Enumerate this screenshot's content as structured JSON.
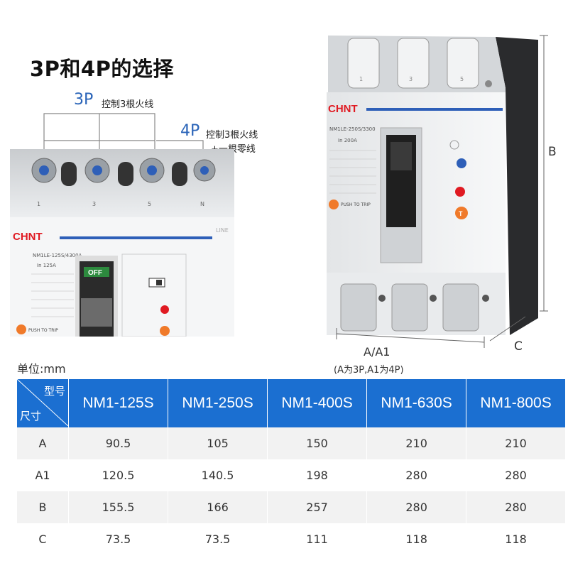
{
  "heading": "3P和4P的选择",
  "labels": {
    "p3": "3P",
    "p3_note": "控制3根火线",
    "p4": "4P",
    "p4_note_1": "控制3根火线",
    "p4_note_2": "+一根零线"
  },
  "photo_left": {
    "brand": "CHNT",
    "line_mark": "LINE",
    "model": "NM1LE-125S/4300A",
    "in": "In  125A",
    "off": "OFF",
    "push": "PUSH TO TRIP",
    "terminals": [
      "1",
      "3",
      "5",
      "N"
    ]
  },
  "photo_right": {
    "brand": "CHNT",
    "model": "NM1LE-250S/3300",
    "in": "In  200A",
    "push": "PUSH TO TRIP",
    "t_mark": "T",
    "terminals": [
      "1",
      "3",
      "5"
    ]
  },
  "dimensions": {
    "b": "B",
    "c": "C",
    "a": "A/A1",
    "a_note": "(A为3P,A1为4P)"
  },
  "unit": "单位:mm",
  "table": {
    "corner_top": "型号",
    "corner_bottom": "尺寸",
    "models": [
      "NM1-125S",
      "NM1-250S",
      "NM1-400S",
      "NM1-630S",
      "NM1-800S"
    ],
    "rows": [
      {
        "label": "A",
        "values": [
          "90.5",
          "105",
          "150",
          "210",
          "210"
        ]
      },
      {
        "label": "A1",
        "values": [
          "120.5",
          "140.5",
          "198",
          "280",
          "280"
        ]
      },
      {
        "label": "B",
        "values": [
          "155.5",
          "166",
          "257",
          "280",
          "280"
        ]
      },
      {
        "label": "C",
        "values": [
          "73.5",
          "73.5",
          "111",
          "118",
          "118"
        ]
      }
    ]
  },
  "colors": {
    "header_blue": "#1b6fd1",
    "brand_red": "#e01a22",
    "accent_blue": "#2a64b8"
  }
}
